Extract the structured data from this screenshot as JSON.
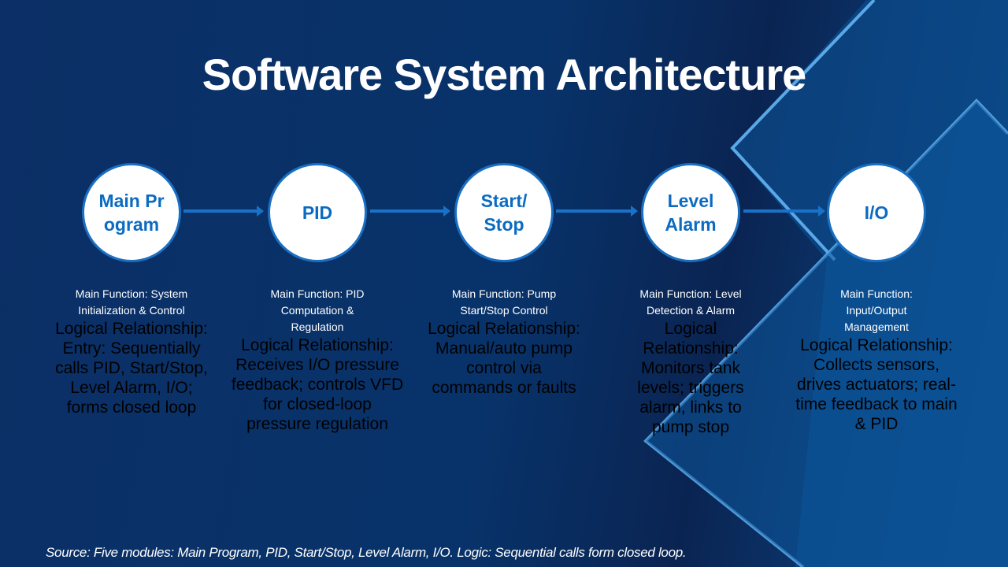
{
  "title": "Software System Architecture",
  "modules": [
    {
      "name": "Main Program",
      "function": "Main Function: System Initialization & Control",
      "logic": "Logical Relationship: Entry: Sequentially calls PID, Start/Stop, Level Alarm, I/O; forms closed loop"
    },
    {
      "name": "PID",
      "function": "Main Function: PID Computation & Regulation",
      "logic": "Logical Relationship: Receives I/O pressure feedback; controls VFD for closed-loop pressure regulation"
    },
    {
      "name": "Start/ Stop",
      "function": "Main Function: Pump Start/Stop Control",
      "logic": "Logical Relationship: Manual/auto pump control via commands or faults"
    },
    {
      "name": "Level Alarm",
      "function": "Main Function: Level Detection & Alarm",
      "logic": "Logical Relationship: Monitors tank levels; triggers alarm, links to pump stop"
    },
    {
      "name": "I/O",
      "function": "Main Function: Input/Output Management",
      "logic": "Logical Relationship: Collects sensors, drives actuators; real-time feedback to main & PID"
    }
  ],
  "source": "Source: Five modules: Main Program, PID, Start/Stop, Level Alarm, I/O. Logic: Sequential calls form closed loop."
}
